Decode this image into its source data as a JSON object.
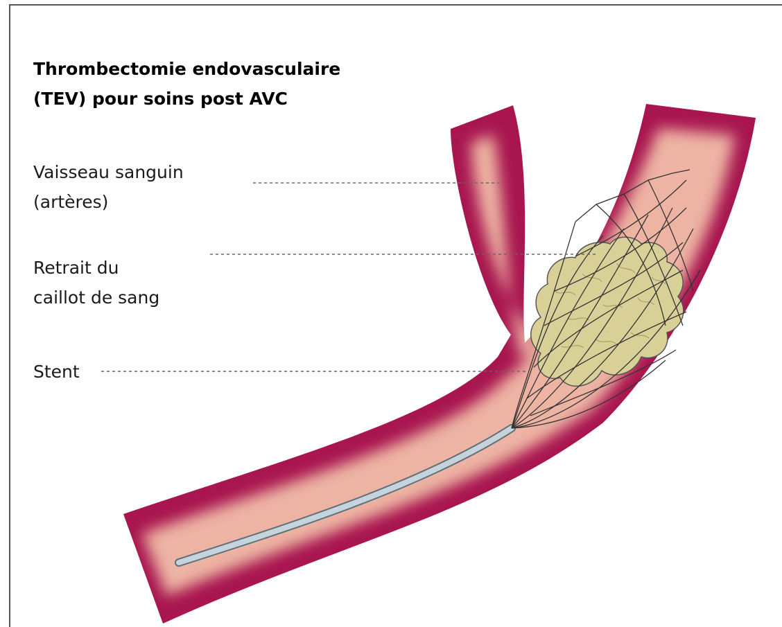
{
  "diagram": {
    "title_lines": [
      "Thrombectomie endovasculaire",
      "(TEV) pour soins post AVC"
    ],
    "labels": {
      "vessel": [
        "Vaisseau sanguin",
        "(artères)"
      ],
      "clot": [
        "Retrait du",
        "caillot de sang"
      ],
      "stent": [
        "Stent"
      ]
    },
    "colors": {
      "vessel_wall": "#a8154f",
      "vessel_lumen": "#edb3a3",
      "clot": "#d8d097",
      "catheter": "#c5d3dc",
      "leader_line": "#666666"
    }
  }
}
